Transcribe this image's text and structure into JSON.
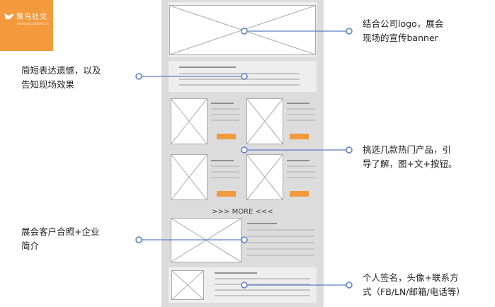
{
  "logo": {
    "name": "策鸟社交",
    "url": "www.socialbird.cn",
    "bg": "#f39a3e"
  },
  "wireframe": {
    "more_label": ">>> MORE <<<",
    "button_color": "#f39a3e"
  },
  "annotations": [
    {
      "text": "结合公司logo，展会\n现场的宣传banner"
    },
    {
      "text": "简短表达遗憾，以及\n告知现场效果"
    },
    {
      "text": "挑选几款热门产品，引\n导了解，图+文+按钮。"
    },
    {
      "text": "展会客户合照+企业\n简介"
    },
    {
      "text": "个人签名，头像+联系方\n式（FB/LN/邮箱/电话等）"
    }
  ],
  "connector_color": "#5b7fc4"
}
